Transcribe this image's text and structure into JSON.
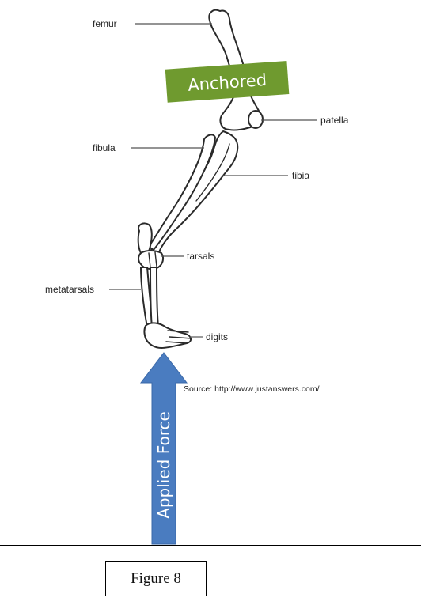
{
  "labels": {
    "femur": "femur",
    "patella": "patella",
    "fibula": "fibula",
    "tibia": "tibia",
    "tarsals": "tarsals",
    "metatarsals": "metatarsals",
    "digits": "digits"
  },
  "anchored_label": "Anchored",
  "applied_force_label": "Applied Force",
  "source_text": "Source: http://www.justanswers.com/",
  "caption": "Figure 8",
  "colors": {
    "anchor_box": "#6f9a2f",
    "force_arrow": "#4a7cc0",
    "bone_outline": "#2a2a2a"
  }
}
